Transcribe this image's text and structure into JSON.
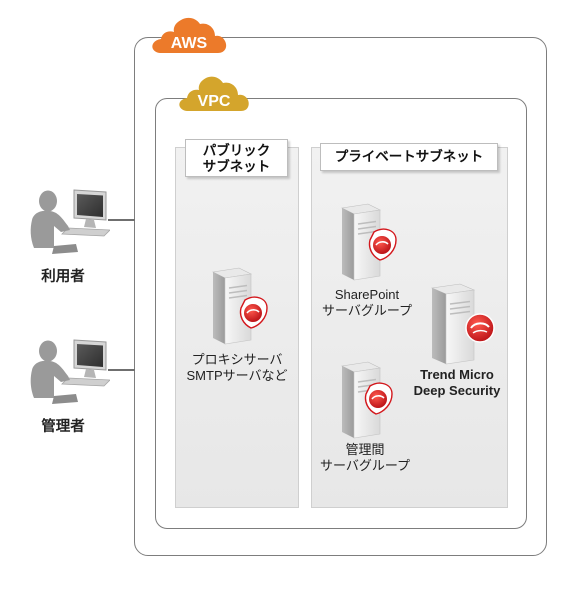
{
  "clouds": {
    "aws": "AWS",
    "vpc": "VPC"
  },
  "subnets": {
    "public_line1": "パブリック",
    "public_line2": "サブネット",
    "private": "プライベートサブネット"
  },
  "actors": {
    "user": "利用者",
    "admin": "管理者"
  },
  "servers": {
    "proxy_line1": "プロキシサーバ",
    "proxy_line2": "SMTPサーバなど",
    "sharepoint_line1": "SharePoint",
    "sharepoint_line2": "サーバグループ",
    "mgmt_line1": "管理間",
    "mgmt_line2": "サーバグループ",
    "trend_line1": "Trend Micro",
    "trend_line2": "Deep Security"
  },
  "colors": {
    "aws_cloud": "#ec7a2a",
    "vpc_cloud": "#d4a52c",
    "trend_badge": "#d3171c",
    "border": "#7d7d7d"
  }
}
